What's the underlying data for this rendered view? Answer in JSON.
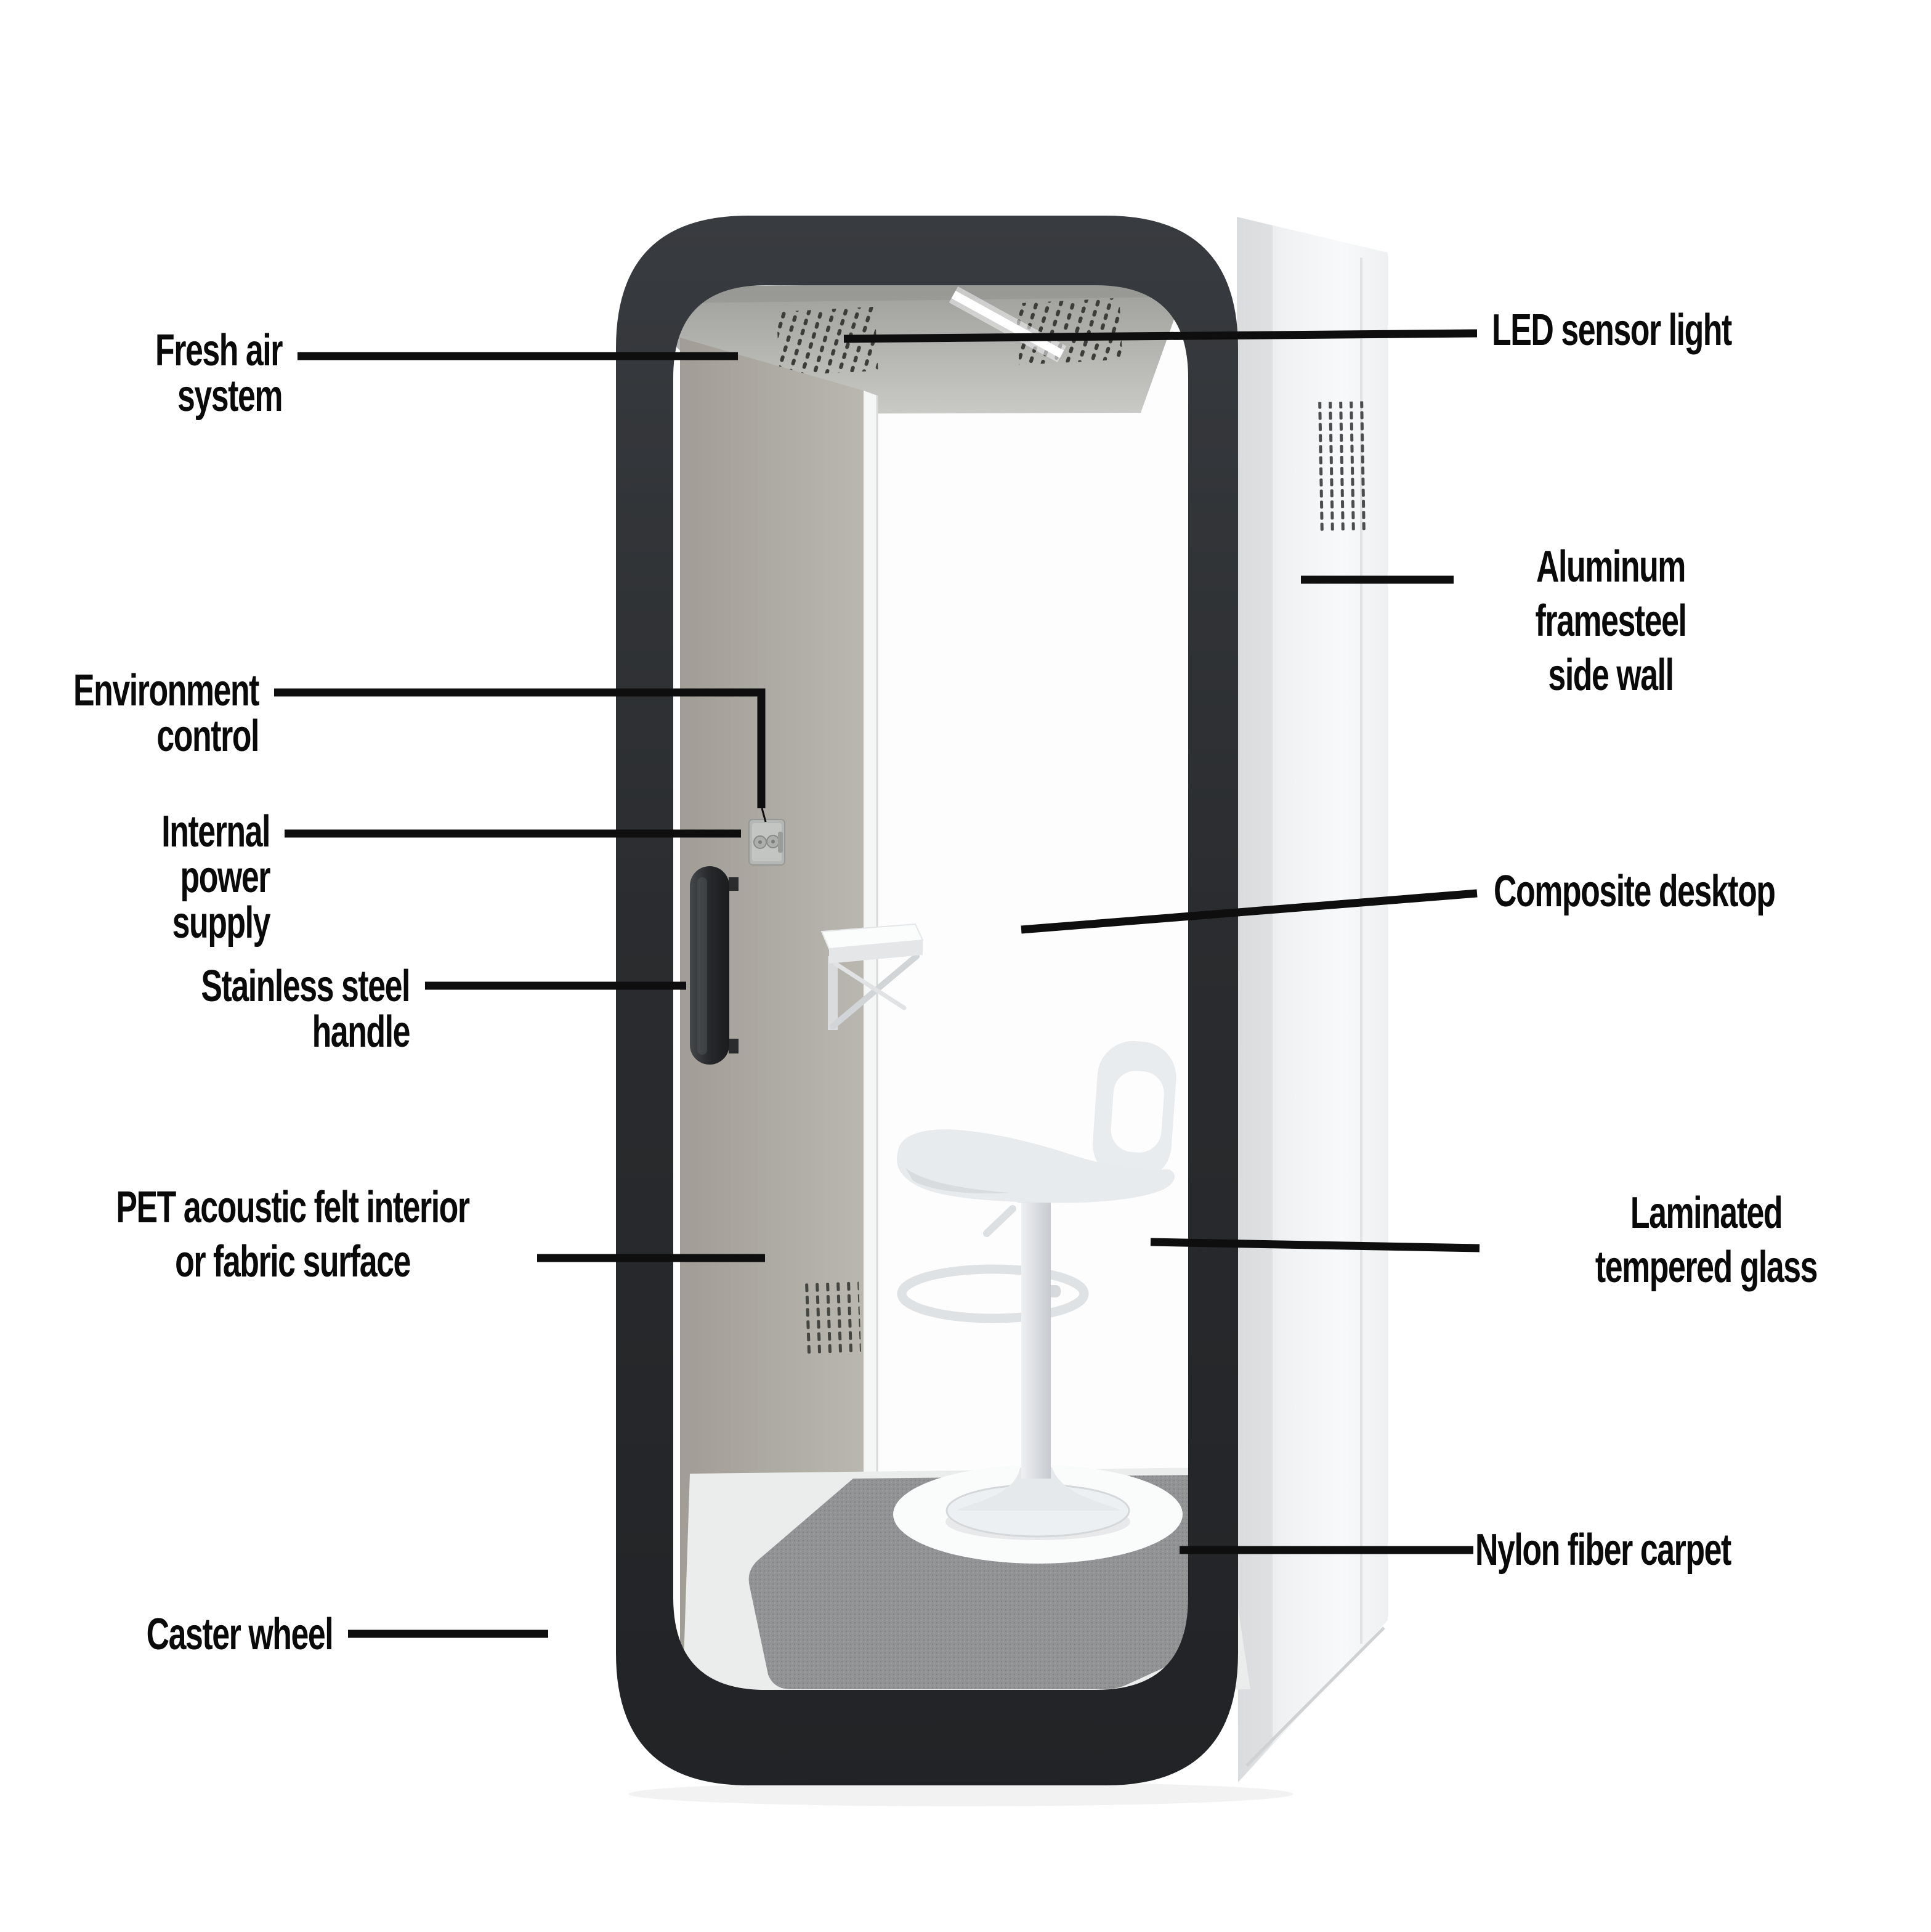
{
  "figure": {
    "type": "product-callout-diagram",
    "subject": "acoustic office phone booth with bar stool and fold-down desk"
  },
  "labels": [
    {
      "id": "fresh_air",
      "text": "Fresh air system"
    },
    {
      "id": "led_light",
      "text": "LED sensor light"
    },
    {
      "id": "side_wall",
      "text": "Aluminum framesteel\nside wall"
    },
    {
      "id": "environment",
      "text": "Environment control"
    },
    {
      "id": "power",
      "text": "Internal power supply"
    },
    {
      "id": "handle",
      "text": "Stainless steel handle"
    },
    {
      "id": "desktop",
      "text": "Composite desktop"
    },
    {
      "id": "pet_felt",
      "text": "PET acoustic felt interior\nor fabric surface"
    },
    {
      "id": "glass",
      "text": "Laminated\ntempered glass"
    },
    {
      "id": "carpet",
      "text": "Nylon fiber carpet"
    },
    {
      "id": "caster",
      "text": "Caster wheel"
    }
  ],
  "colors": {
    "leader_line": "#0e0e0e",
    "frame": "#2b2d30",
    "felt_panel": "#aca89f",
    "side_wall": "#f2f3f4",
    "carpet": "#919395",
    "led_strip": "#ffffff",
    "label_text": "#0a0a0a"
  }
}
